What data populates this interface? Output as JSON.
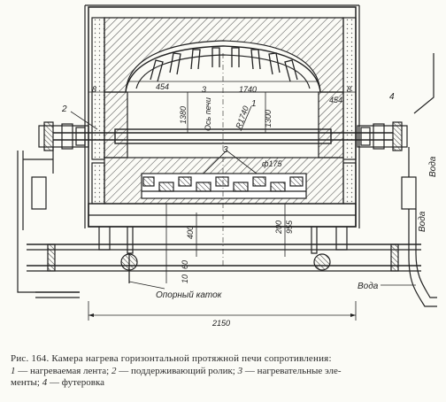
{
  "figure": {
    "dimensions": {
      "d454_left": "454",
      "d3_top": "3",
      "d1740": "1740",
      "d454_right": "454",
      "d8_left": "8",
      "d8_right": "8",
      "d4": "4",
      "d2": "2",
      "d1": "1",
      "d1380": "1380",
      "d_axis": "Ось печи",
      "r1740": "R1740",
      "d1300": "1300",
      "d3_mid": "3",
      "phi175": "ф175",
      "d400": "400",
      "d200": "200",
      "d955": "955",
      "d60": "60",
      "d10": "10",
      "d2150": "2150"
    },
    "labels": {
      "support_roller": "Опорный каток",
      "water_right_top": "Вода",
      "water_right_bottom": "Вода"
    }
  },
  "caption": {
    "title": "Рис. 164. Камера нагрева горизонтальной протяжной печи сопротивления:",
    "n1": "1",
    "t1": " — нагреваемая лента; ",
    "n2": "2",
    "t2": " — поддерживающий ролик; ",
    "n3": "3",
    "t3": " — нагревательные эле-",
    "t4": "менты; ",
    "n4": "4",
    "t5": " — футеровка"
  },
  "colors": {
    "ink": "#222222",
    "paper": "#fbfbf6",
    "hatch": "#555555"
  }
}
